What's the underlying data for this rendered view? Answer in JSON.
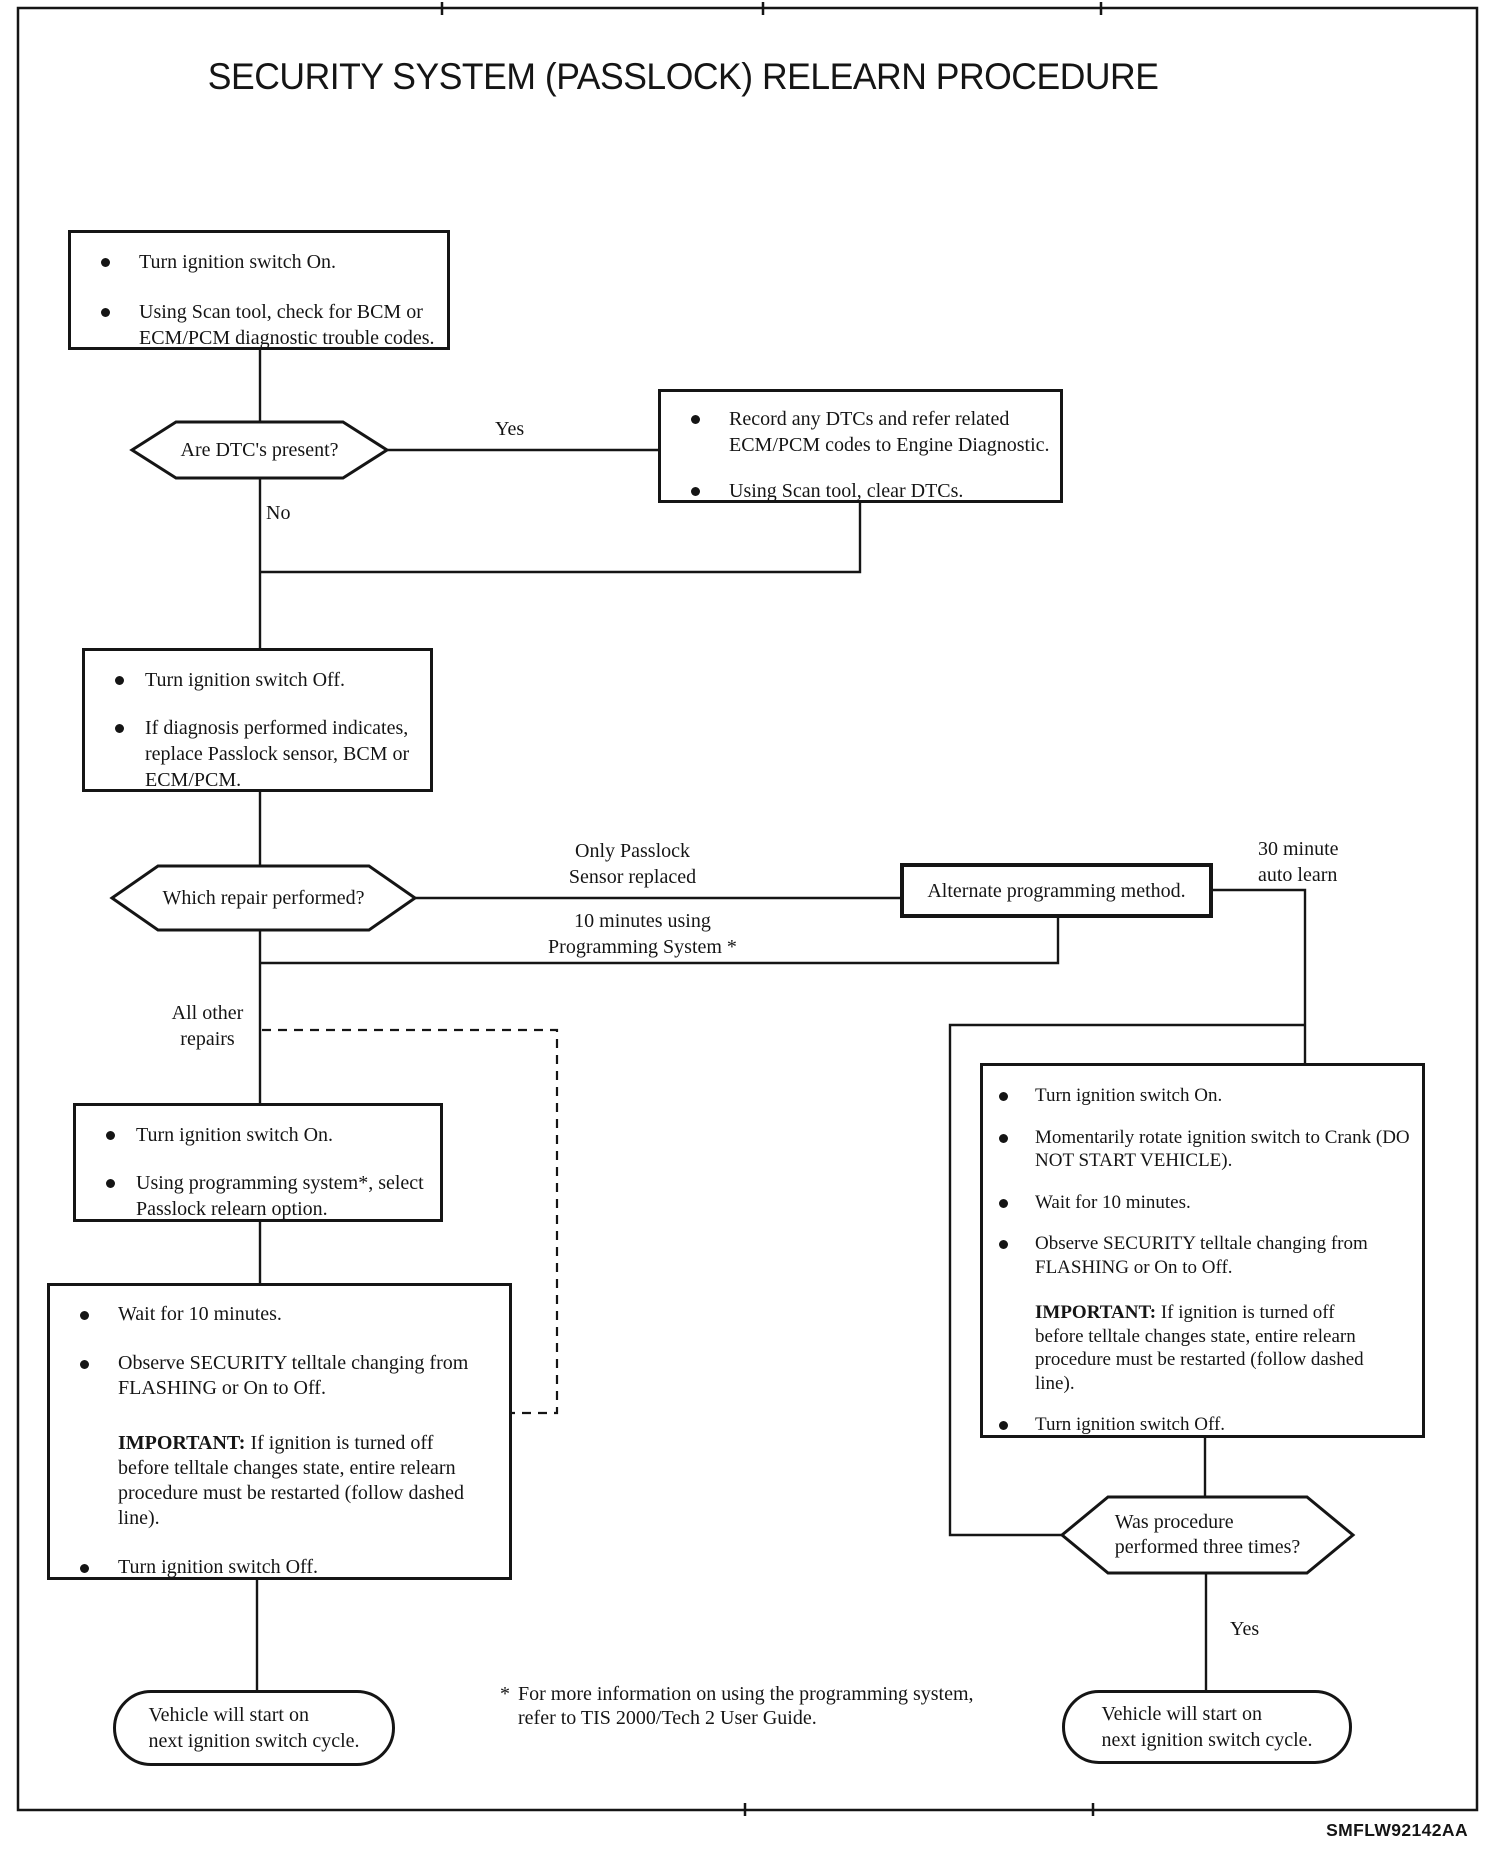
{
  "title": "SECURITY SYSTEM (PASSLOCK) RELEARN PROCEDURE",
  "nodes": {
    "start_box": {
      "items": [
        "Turn ignition switch On.",
        "Using Scan tool, check for BCM or ECM/PCM diagnostic trouble codes."
      ]
    },
    "dtc_decision": {
      "label": "Are DTC's present?"
    },
    "record_box": {
      "items": [
        "Record any DTCs and refer related ECM/PCM codes to Engine Diagnostic.",
        "Using Scan tool, clear DTCs."
      ]
    },
    "ignition_off_box": {
      "items": [
        "Turn ignition switch Off.",
        "If diagnosis performed indicates, replace Passlock sensor, BCM or ECM/PCM."
      ]
    },
    "repair_decision": {
      "label": "Which repair performed?"
    },
    "alternate_box": {
      "label": "Alternate programming method."
    },
    "program_box": {
      "items": [
        "Turn ignition switch On.",
        "Using programming system*, select Passlock relearn option."
      ]
    },
    "wait_box": {
      "items": [
        "Wait for 10 minutes.",
        "Observe SECURITY telltale changing from FLASHING or On to Off."
      ],
      "important_label": "IMPORTANT:",
      "important_text": "If ignition is turned off before telltale changes state, entire relearn procedure must be restarted (follow dashed line).",
      "final_item": "Turn ignition switch Off."
    },
    "right_box": {
      "items": [
        "Turn ignition switch On.",
        "Momentarily rotate ignition switch to Crank (DO NOT START VEHICLE).",
        "Wait for 10 minutes.",
        "Observe SECURITY telltale changing from FLASHING or On to Off."
      ],
      "important_label": "IMPORTANT:",
      "important_text": "If ignition is turned off before telltale changes state, entire relearn procedure must be restarted (follow dashed line).",
      "final_item": "Turn ignition switch Off."
    },
    "three_times_decision": {
      "line1": "Was procedure",
      "line2": "performed three times?"
    },
    "oval_left": {
      "line1": "Vehicle will start on",
      "line2": "next ignition switch cycle."
    },
    "oval_right": {
      "line1": "Vehicle will start on",
      "line2": "next ignition switch cycle."
    }
  },
  "labels": {
    "yes_top": "Yes",
    "no": "No",
    "only_passlock": {
      "line1": "Only Passlock",
      "line2": "Sensor replaced"
    },
    "ten_minutes": {
      "line1": "10 minutes using",
      "line2": "Programming System *"
    },
    "thirty_minute": {
      "line1": "30 minute",
      "line2": "auto learn"
    },
    "all_other": {
      "line1": "All other",
      "line2": "repairs"
    },
    "yes_bottom": "Yes"
  },
  "footnote": {
    "marker": "*",
    "line1": "For more information on using the programming system,",
    "line2": "refer to TIS 2000/Tech 2 User Guide."
  },
  "doc_code": "SMFLW92142AA",
  "colors": {
    "ink": "#151515",
    "background": "#ffffff"
  }
}
